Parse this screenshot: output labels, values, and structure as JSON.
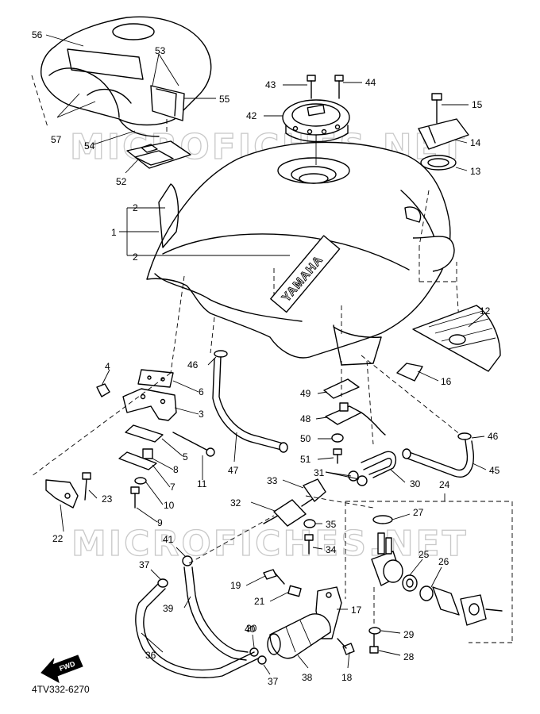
{
  "watermark": "MICROFICHES.NET",
  "tank_logo": "YAMAHA",
  "forward_arrow": "FWD",
  "reference_code": "4TV332-6270",
  "callouts": {
    "c1": "1",
    "c2a": "2",
    "c2b": "2",
    "c3": "3",
    "c4": "4",
    "c5": "5",
    "c6": "6",
    "c7": "7",
    "c8": "8",
    "c9": "9",
    "c10": "10",
    "c11": "11",
    "c12": "12",
    "c13": "13",
    "c14": "14",
    "c15": "15",
    "c16": "16",
    "c17": "17",
    "c18": "18",
    "c19": "19",
    "c20": "20",
    "c21": "21",
    "c22": "22",
    "c23": "23",
    "c24": "24",
    "c25": "25",
    "c26": "26",
    "c27": "27",
    "c28": "28",
    "c29": "29",
    "c30": "30",
    "c31": "31",
    "c32": "32",
    "c33": "33",
    "c34": "34",
    "c35": "35",
    "c36": "36",
    "c37a": "37",
    "c37b": "37",
    "c38": "38",
    "c39": "39",
    "c40": "40",
    "c41": "41",
    "c42": "42",
    "c43": "43",
    "c44": "44",
    "c45": "45",
    "c46a": "46",
    "c46b": "46",
    "c47": "47",
    "c48": "48",
    "c49": "49",
    "c50": "50",
    "c51": "51",
    "c52": "52",
    "c53": "53",
    "c54": "54",
    "c55": "55",
    "c56": "56",
    "c57": "57"
  }
}
